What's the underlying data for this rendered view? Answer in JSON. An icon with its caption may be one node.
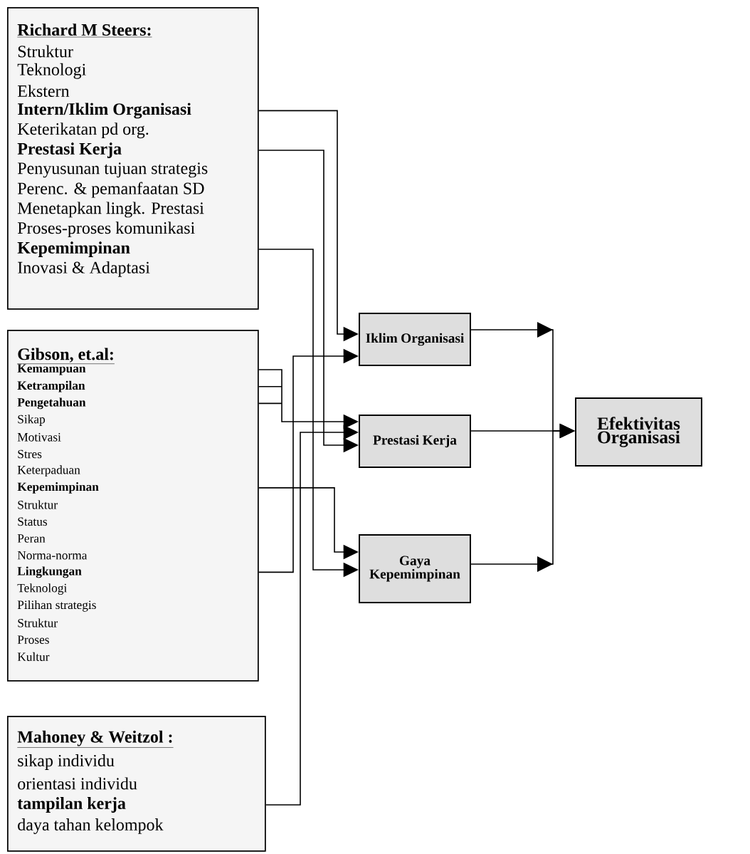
{
  "diagram": {
    "nodes": [
      {
        "text": [
          "Richard M Steers:",
          "Struktur",
          "Teknologi",
          "Ekstern",
          "**Intern/Iklim Organisasi**",
          "Keterikatan pd org.",
          "**Prestasi Kerja**",
          "Penyusunan tujuan strategis",
          "Perenc. & pemanfaatan SD",
          "Menetapkan lingk. Prestasi",
          "Proses-proses komunikasi",
          "**Kepemimpinan**",
          "Inovasi & Adaptasi"
        ]
      },
      {
        "text": [
          "Gibson, et.al:",
          "**Kemampuan**",
          "**Ketrampilan**",
          "**Pengetahuan**",
          "Sikap",
          "Motivasi",
          "Stres",
          "Keterpaduan",
          "**Kepemimpinan**",
          "Struktur",
          "Status",
          "Peran",
          "Norma-norma",
          "**Lingkungan**",
          "Teknologi",
          "Pilihan strategis",
          "Struktur",
          "Proses",
          "Kultur"
        ]
      },
      {
        "text": [
          "Mahoney & Weitzol :",
          "sikap individu",
          "orientasi individu",
          "**tampilan kerja**",
          "daya tahan kelompok"
        ]
      },
      {
        "text": [
          "Iklim Organisasi"
        ]
      },
      {
        "text": [
          "Prestasi Kerja"
        ]
      },
      {
        "text": [
          "Gaya Kepemimpinan"
        ]
      },
      {
        "text": [
          "Efektivitas Organisasi"
        ]
      }
    ],
    "edges": [
      {
        "from": 0,
        "to": 3,
        "arrow": "to"
      },
      {
        "from": 0,
        "to": 4,
        "arrow": "to"
      },
      {
        "from": 0,
        "to": 5,
        "arrow": "to"
      },
      {
        "from": 1,
        "to": 4,
        "arrow": "to"
      },
      {
        "from": 1,
        "to": 5,
        "arrow": "to"
      },
      {
        "from": 1,
        "to": 3,
        "arrow": "to"
      },
      {
        "from": 2,
        "to": 4,
        "arrow": "to"
      },
      {
        "from": 3,
        "to": 6,
        "arrow": "to"
      },
      {
        "from": 4,
        "to": 6,
        "arrow": "to"
      },
      {
        "from": 5,
        "to": 6,
        "arrow": "to"
      }
    ]
  }
}
